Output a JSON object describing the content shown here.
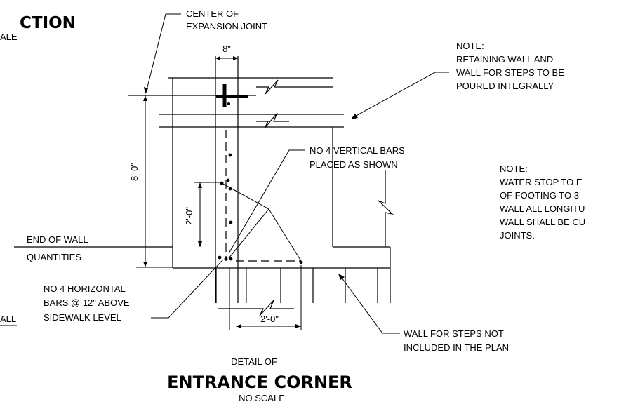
{
  "title_fragment": {
    "main": "CTION",
    "sub": "ALE"
  },
  "detail": {
    "prefix": "DETAIL OF",
    "title": "ENTRANCE CORNER",
    "scale": "NO SCALE"
  },
  "callouts": {
    "center_joint": [
      "CENTER OF",
      "EXPANSION JOINT"
    ],
    "note1": [
      "NOTE:",
      "RETAINING WALL AND",
      "WALL FOR STEPS TO BE",
      "POURED INTEGRALLY"
    ],
    "vertical_bars": [
      "NO 4 VERTICAL BARS",
      "PLACED AS SHOWN"
    ],
    "note2": [
      "NOTE:",
      "WATER STOP TO E",
      "OF FOOTING TO 3",
      "WALL ALL LONGITU",
      "WALL SHALL BE CU",
      "JOINTS."
    ],
    "end_of_wall": [
      "END OF WALL",
      "QUANTITIES"
    ],
    "horizontal_bars": [
      "NO 4 HORIZONTAL",
      "BARS @ 12\" ABOVE",
      "SIDEWALK LEVEL"
    ],
    "steps_wall": [
      "WALL FOR STEPS NOT",
      "INCLUDED IN THE PLAN"
    ],
    "left_fragment": "ALL"
  },
  "dimensions": {
    "joint_width": "8\"",
    "wall_height": "8'-0\"",
    "bar_height": "2'-0\"",
    "bar_spacing": "2'-0\""
  }
}
